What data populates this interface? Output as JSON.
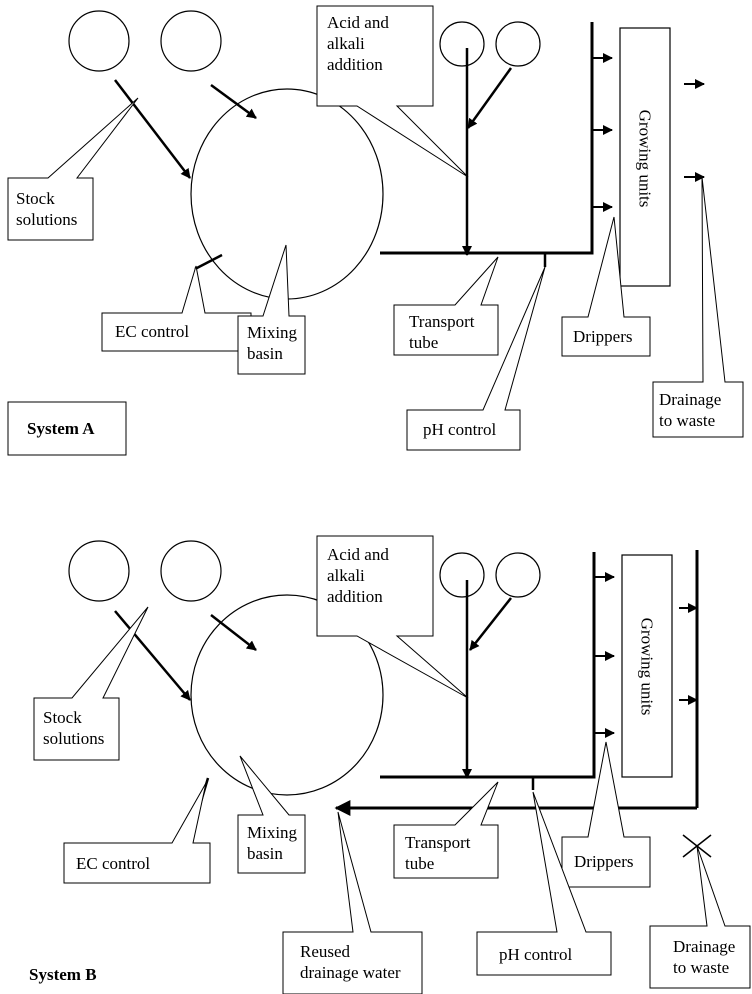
{
  "system_a": {
    "stock_solutions": "Stock\nsolutions",
    "acid_alkali": "Acid and\nalkali\naddition",
    "growing_units": "Growing units",
    "ec_control": "EC control",
    "mixing_basin": "Mixing\nbasin",
    "transport_tube": "Transport\ntube",
    "drippers": "Drippers",
    "ph_control": "pH control",
    "drainage": "Drainage\nto waste",
    "system_label": "System A"
  },
  "system_b": {
    "stock_solutions": "Stock\nsolutions",
    "acid_alkali": "Acid and\nalkali\naddition",
    "growing_units": "Growing units",
    "ec_control": "EC control",
    "mixing_basin": "Mixing\nbasin",
    "transport_tube": "Transport\ntube",
    "drippers": "Drippers",
    "ph_control": "pH control",
    "drainage": "Drainage\nto waste",
    "reused": "Reused\ndrainage water",
    "system_label": "System B"
  }
}
